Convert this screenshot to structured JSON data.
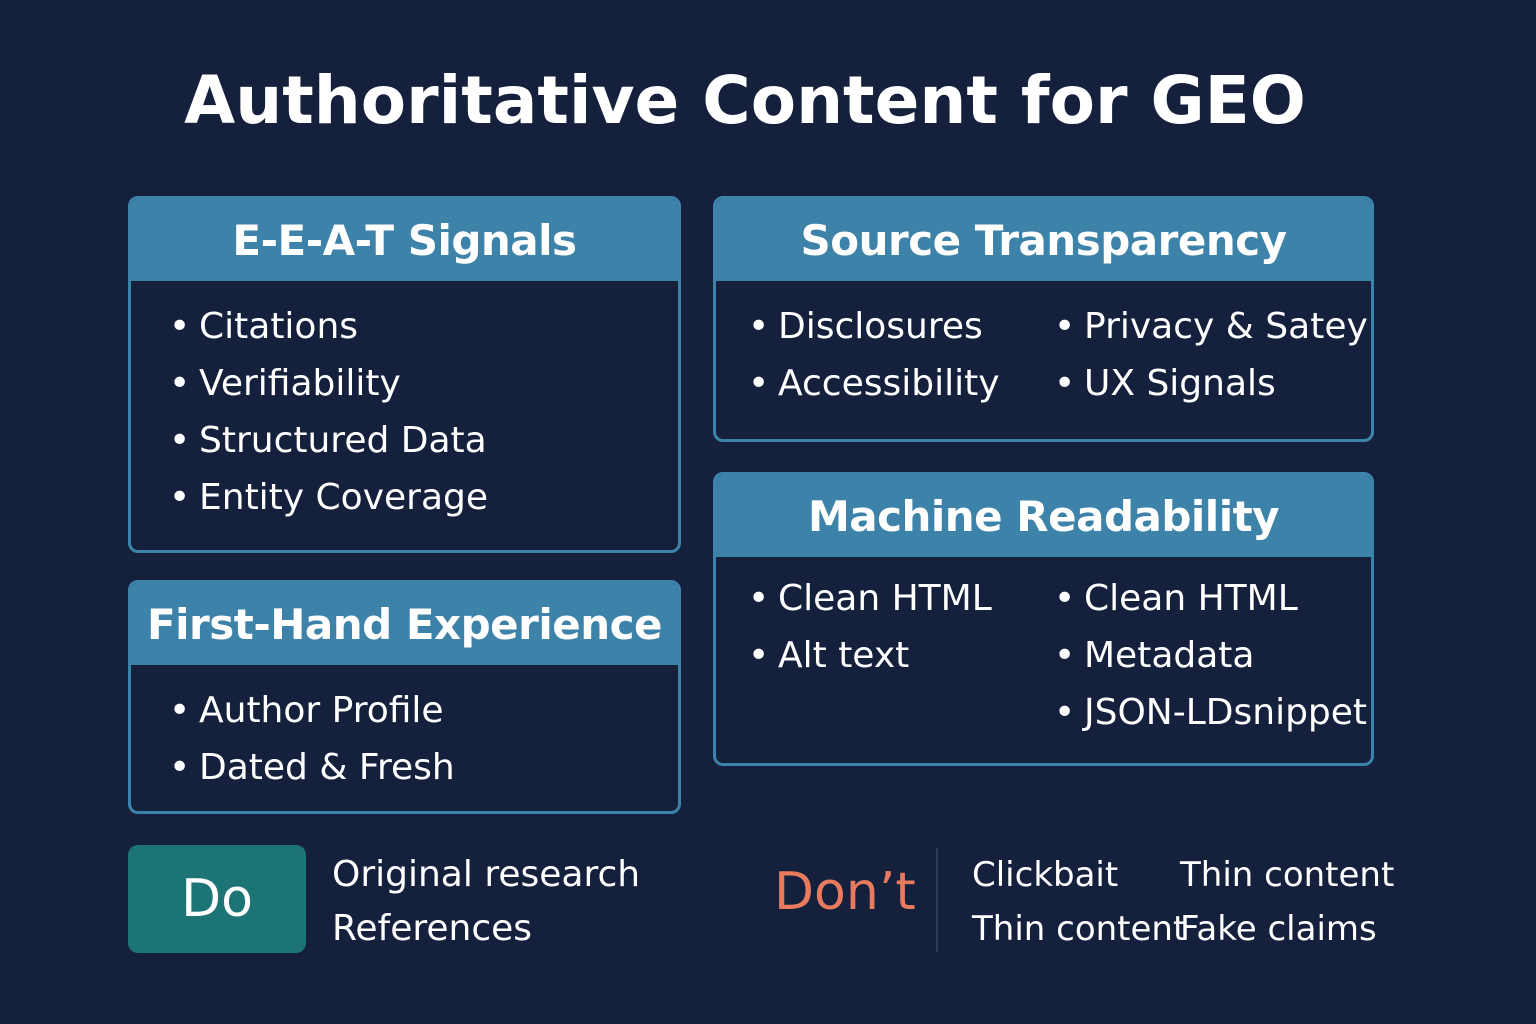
{
  "title": "Authoritative Content for GEO",
  "cards": {
    "eeat": {
      "heading": "E-E-A-T Signals",
      "items": [
        "Citations",
        "Verifiability",
        "Structured Data",
        "Entity Coverage"
      ]
    },
    "source": {
      "heading": "Source Transparency",
      "col1": [
        "Disclosures",
        "Accessibility"
      ],
      "col2": [
        "Privacy & Satey",
        "UX Signals"
      ]
    },
    "firsthand": {
      "heading": "First-Hand Experience",
      "items": [
        "Author Profile",
        "Dated & Fresh"
      ]
    },
    "machine": {
      "heading": "Machine Readability",
      "col1": [
        "Clean HTML",
        "Alt text"
      ],
      "col2": [
        "Clean HTML",
        "Metadata",
        "JSON-LDsnippet"
      ]
    }
  },
  "do": {
    "label": "Do",
    "items": [
      "Original research",
      "References"
    ]
  },
  "dont": {
    "label": "Don’t",
    "col1": [
      "Clickbait",
      "Thin content"
    ],
    "col2": [
      "Thin content",
      "Fake claims"
    ]
  },
  "colors": {
    "background": "#15203d",
    "card_accent": "#3d82a8",
    "do_badge": "#1d7475",
    "dont_text": "#e87a5d"
  }
}
